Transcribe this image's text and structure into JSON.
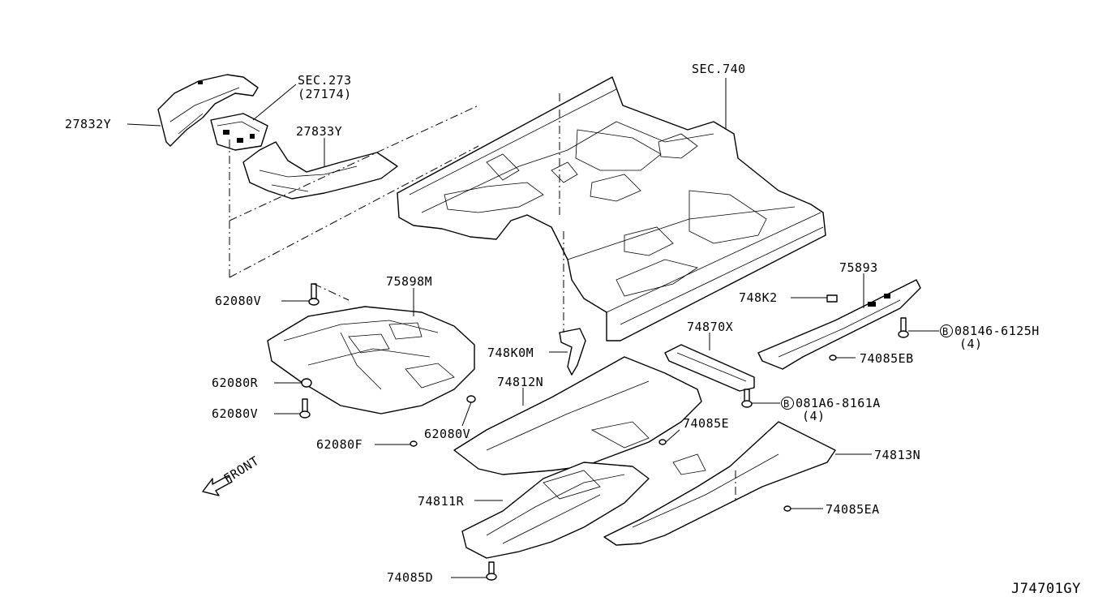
{
  "diagram_code": "J74701GY",
  "front_label": "FRONT",
  "callouts": {
    "p27832Y": "27832Y",
    "sec273": "SEC.273",
    "sec273_sub": "(27174)",
    "p27833Y": "27833Y",
    "sec740": "SEC.740",
    "p62080V_top": "62080V",
    "p75898M": "75898M",
    "p62080R": "62080R",
    "p62080V_mid": "62080V",
    "p62080V_right": "62080V",
    "p62080F": "62080F",
    "p748K0M": "748K0M",
    "p74812N": "74812N",
    "p74870X": "74870X",
    "p748K2": "748K2",
    "p75893": "75893",
    "bolt_B1": "B",
    "p08146_6125H": "08146-6125H",
    "qty_1": "(4)",
    "p74085EB": "74085EB",
    "bolt_B2": "B",
    "p081A6_8161A": "081A6-8161A",
    "qty_2": "(4)",
    "p74085E": "74085E",
    "p74813N": "74813N",
    "p74811R": "74811R",
    "p74085EA": "74085EA",
    "p74085D": "74085D"
  }
}
